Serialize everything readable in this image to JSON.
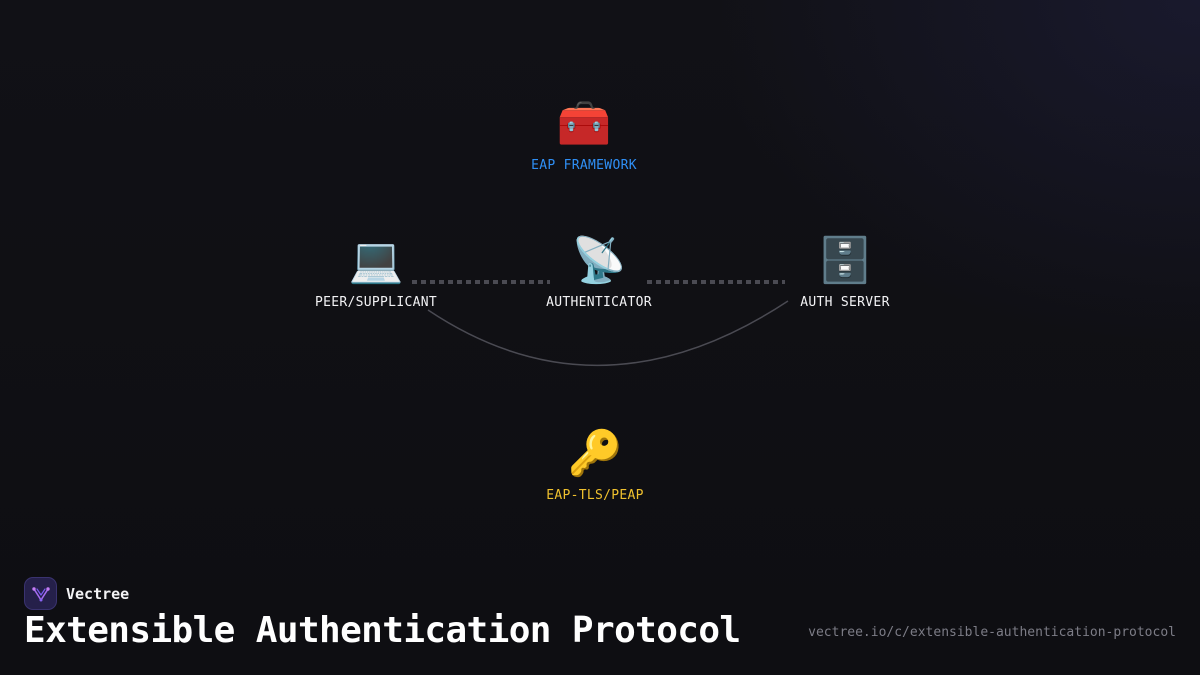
{
  "diagram": {
    "nodes": {
      "framework": {
        "label": "EAP FRAMEWORK",
        "icon": "toolbox-icon",
        "glyph": "🧰",
        "color": "#2f8ff5"
      },
      "peer": {
        "label": "PEER/SUPPLICANT",
        "icon": "laptop-icon",
        "glyph": "💻",
        "color": "#f2f2f4"
      },
      "authenticator": {
        "label": "AUTHENTICATOR",
        "icon": "satellite-dish-icon",
        "glyph": "📡",
        "color": "#f2f2f4"
      },
      "server": {
        "label": "AUTH SERVER",
        "icon": "file-cabinet-icon",
        "glyph": "🗄️",
        "color": "#f2f2f4"
      },
      "method": {
        "label": "EAP-TLS/PEAP",
        "icon": "key-icon",
        "glyph": "🔑",
        "color": "#f0c12e"
      }
    },
    "edges": [
      {
        "from": "peer",
        "to": "authenticator",
        "style": "dotted"
      },
      {
        "from": "authenticator",
        "to": "server",
        "style": "dotted"
      },
      {
        "from": "peer",
        "to": "server",
        "style": "curve"
      }
    ]
  },
  "footer": {
    "brand_name": "Vectree",
    "logo_icon": "vectree-logo-icon",
    "title": "Extensible Authentication Protocol",
    "url": "vectree.io/c/extensible-authentication-protocol"
  },
  "colors": {
    "background": "#0e0e13",
    "connector": "#4a4a52",
    "accent_blue": "#2f8ff5",
    "accent_yellow": "#f0c12e"
  }
}
